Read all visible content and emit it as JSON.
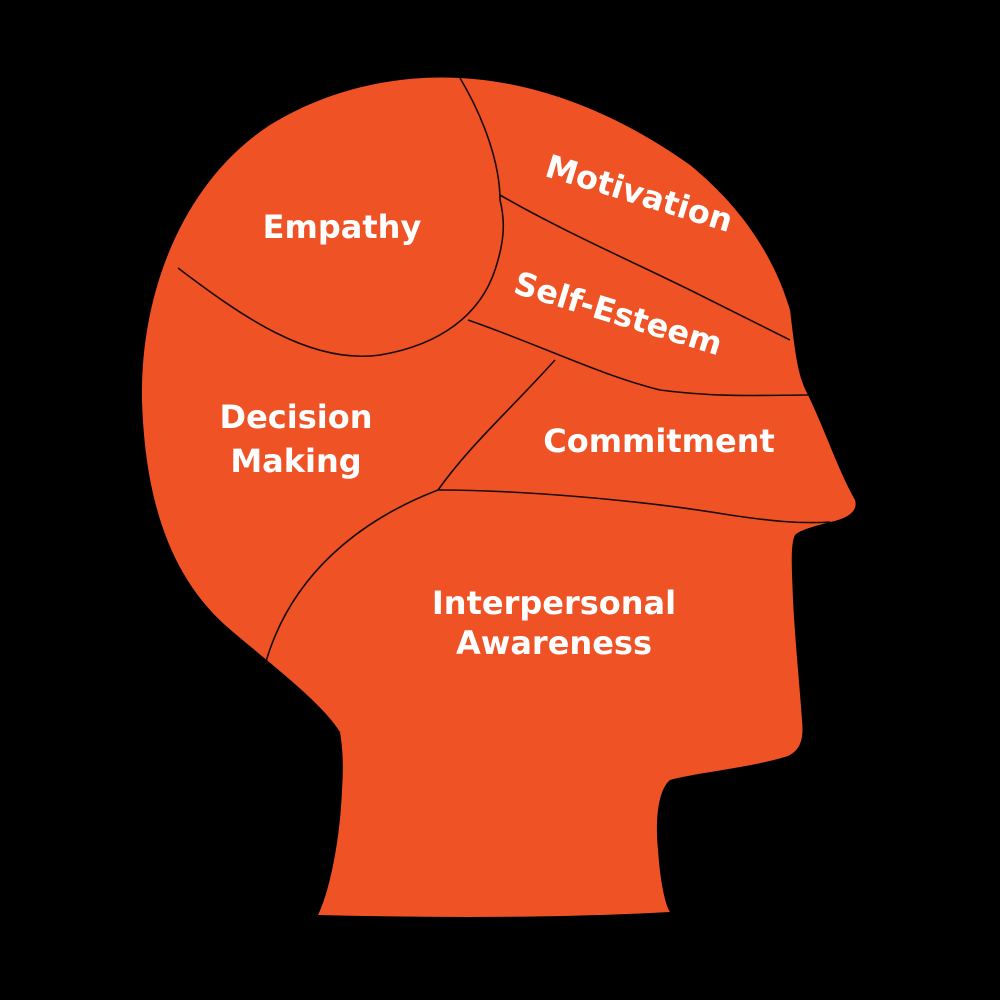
{
  "colors": {
    "background": "#000000",
    "head_fill": "#ef5224",
    "divider": "#1a0a04",
    "label": "#ffffff"
  },
  "regions": {
    "empathy": {
      "lines": [
        "Empathy"
      ]
    },
    "motivation": {
      "lines": [
        "Motivation"
      ]
    },
    "self_esteem": {
      "lines": [
        "Self-Esteem"
      ]
    },
    "decision_making": {
      "lines": [
        "Decision",
        "Making"
      ]
    },
    "commitment": {
      "lines": [
        "Commitment"
      ]
    },
    "interpersonal_awareness": {
      "lines": [
        "Interpersonal",
        "Awareness"
      ]
    }
  }
}
